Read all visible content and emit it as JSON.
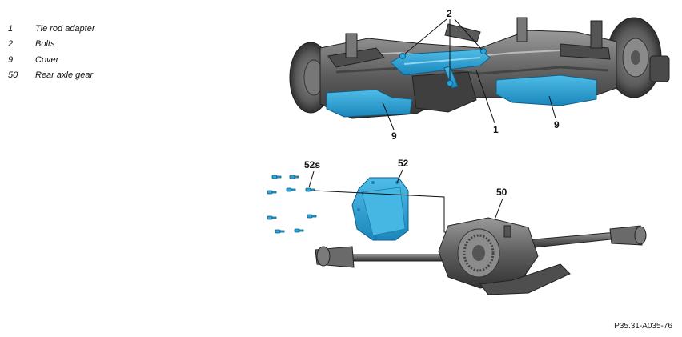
{
  "legend": [
    {
      "num": "1",
      "text": "Tie rod adapter"
    },
    {
      "num": "2",
      "text": "Bolts"
    },
    {
      "num": "9",
      "text": "Cover"
    },
    {
      "num": "50",
      "text": "Rear axle gear"
    }
  ],
  "callouts": {
    "c2": "2",
    "c1": "1",
    "c9_left": "9",
    "c9_right": "9",
    "c52s": "52s",
    "c52": "52",
    "c50": "50"
  },
  "reference_code": "P35.31-A035-76",
  "colors": {
    "highlight": "#2aa6db",
    "highlight_dark": "#1b7fb0",
    "metal": "#6e6e6e",
    "metal_dark": "#3c3c3c",
    "metal_light": "#a8a8a8"
  }
}
